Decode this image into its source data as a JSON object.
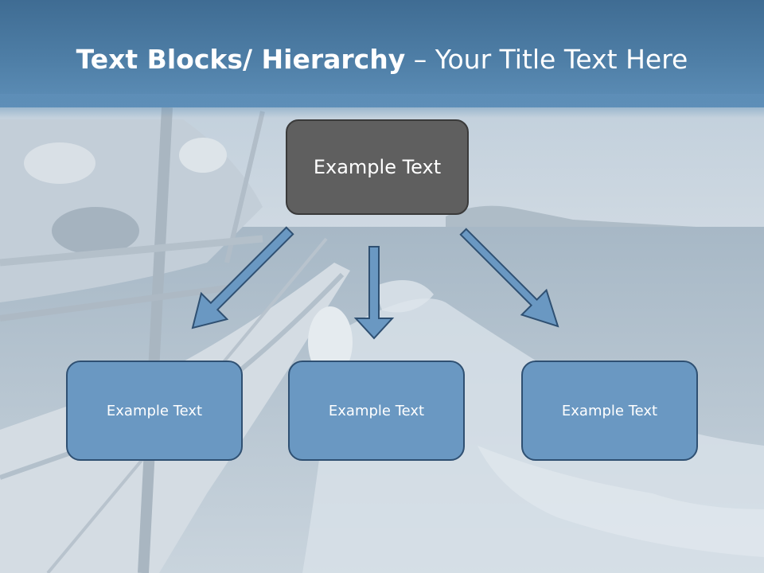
{
  "title": {
    "bold_part": "Text Blocks/ Hierarchy",
    "separator": " – ",
    "normal_part": "Your Title Text Here"
  },
  "top_box": {
    "label": "Example Text"
  },
  "child_boxes": [
    {
      "label": "Example Text"
    },
    {
      "label": "Example Text"
    },
    {
      "label": "Example Text"
    }
  ],
  "colors": {
    "title_band": "#4e7ea6",
    "top_box": "#5f5f5f",
    "child_box": "#6a98c2",
    "arrow": "#6a98c2"
  }
}
